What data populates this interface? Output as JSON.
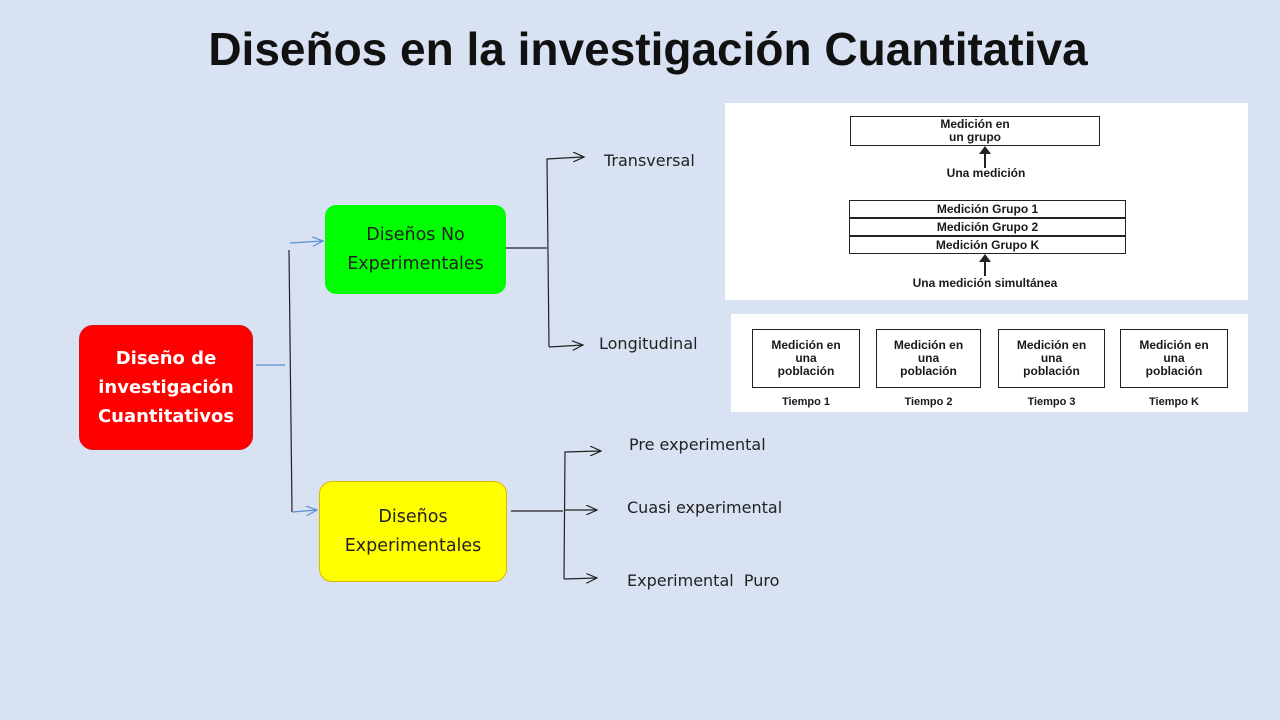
{
  "title": "Diseños en la investigación Cuantitativa",
  "root": "Diseño de\ninvestigación\nCuantitativos",
  "branches": {
    "non_experimental": {
      "label": "Diseños No\nExperimentales",
      "children": [
        "Transversal",
        "Longitudinal"
      ]
    },
    "experimental": {
      "label": "Diseños\nExperimentales",
      "children": [
        "Pre experimental",
        "Cuasi experimental",
        "Experimental  Puro"
      ]
    }
  },
  "figure_transversal": {
    "top_box": "Medición en\nun grupo",
    "top_caption": "Una medición",
    "group_rows": [
      "Medición Grupo 1",
      "Medición Grupo 2",
      "Medición Grupo K"
    ],
    "bottom_caption": "Una medición simultánea"
  },
  "figure_longitudinal": {
    "boxes": [
      "Medición en\nuna\npoblación",
      "Medición en\nuna\npoblación",
      "Medición en\nuna\npoblación",
      "Medición en\nuna\npoblación"
    ],
    "times": [
      "Tiempo 1",
      "Tiempo 2",
      "Tiempo 3",
      "Tiempo K"
    ]
  },
  "colors": {
    "background": "#d9e2f2",
    "root": "#ff0000",
    "non_experimental": "#00ff00",
    "experimental": "#ffff00",
    "blue_connector": "#5b8fd6"
  }
}
